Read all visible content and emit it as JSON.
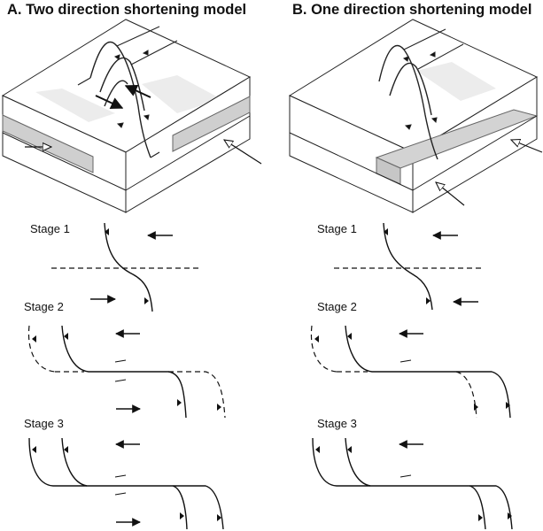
{
  "panels": {
    "a": {
      "title": "A. Two direction shortening model",
      "stages": [
        "Stage 1",
        "Stage 2",
        "Stage 3"
      ]
    },
    "b": {
      "title": "B. One direction shortening model",
      "stages": [
        "Stage 1",
        "Stage 2",
        "Stage 3"
      ]
    }
  }
}
